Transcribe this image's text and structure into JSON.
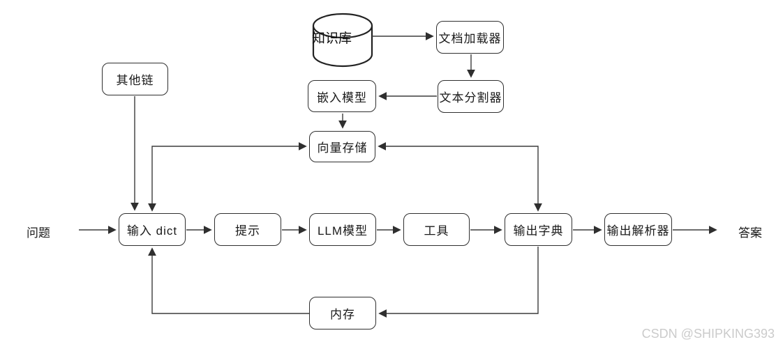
{
  "diagram": {
    "nodes": {
      "knowledge_base": {
        "label": "知识库",
        "shape": "cylinder"
      },
      "doc_loader": {
        "label": "文档加载器"
      },
      "text_splitter": {
        "label": "文本分割器"
      },
      "embedding_model": {
        "label": "嵌入模型"
      },
      "vector_store": {
        "label": "向量存储"
      },
      "other_chain": {
        "label": "其他链"
      },
      "input_dict": {
        "label": "输入 dict"
      },
      "prompt": {
        "label": "提示"
      },
      "llm_model": {
        "label": "LLM模型"
      },
      "tools": {
        "label": "工具"
      },
      "output_dict": {
        "label": "输出字典"
      },
      "output_parser": {
        "label": "输出解析器"
      },
      "memory": {
        "label": "内存"
      }
    },
    "labels": {
      "question": "问题",
      "answer": "答案"
    },
    "watermark": "CSDN @SHIPKING393",
    "colors": {
      "line": "#3b3b3b",
      "box_border": "#2f2f2f",
      "text": "#1a1a1a",
      "watermark": "#cbcbcb",
      "background": "#ffffff"
    }
  }
}
